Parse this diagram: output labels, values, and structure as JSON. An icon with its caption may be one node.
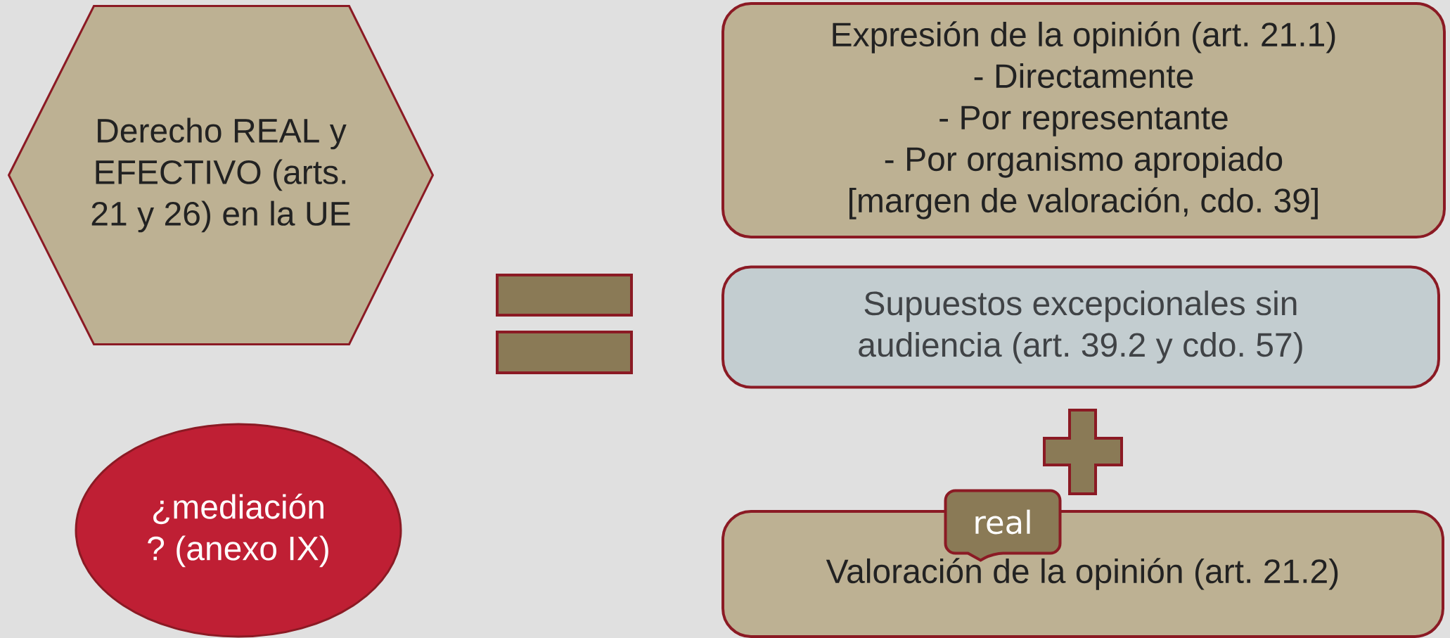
{
  "diagram": {
    "nodes": [
      {
        "text": [
          "Derecho REAL y EFECTIVO (arts. 21 y 26) en la UE"
        ]
      },
      {
        "text": [
          "¿mediación ? (anexo IX)"
        ]
      },
      {
        "text": [],
        "shape": "equals"
      },
      {
        "text": [
          "Expresión de la opinión (art. 21.1)",
          "- Directamente",
          "- Por representante",
          "- Por organismo apropiado",
          "[margen de valoración, cdo. 39]"
        ]
      },
      {
        "text": [
          "Supuestos excepcionales sin audiencia (art. 39.2 y cdo. 57)"
        ]
      },
      {
        "text": [],
        "shape": "plus"
      },
      {
        "text": [
          "Valoración de la opinión (art. 21.2)"
        ]
      },
      {
        "text": [
          "real"
        ]
      }
    ],
    "edges": []
  }
}
